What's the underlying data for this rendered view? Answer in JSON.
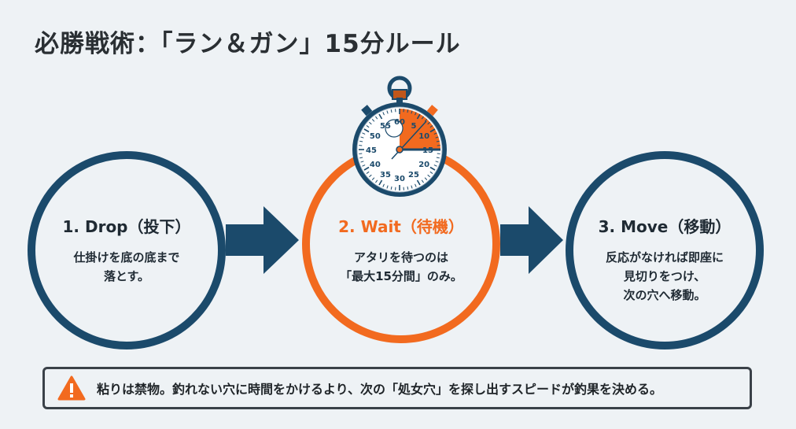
{
  "title": "必勝戦術：「ラン＆ガン」15分ルール",
  "colors": {
    "navy": "#1b4a6b",
    "orange": "#f26a1f",
    "background": "#eef2f5",
    "text": "#1f2a33"
  },
  "steps": [
    {
      "heading": "1. Drop（投下）",
      "lines": [
        "仕掛けを底の底まで",
        "落とす。"
      ]
    },
    {
      "heading": "2. Wait（待機）",
      "lines": [
        "アタリを待つのは",
        "「最大15分間」のみ。"
      ]
    },
    {
      "heading": "3. Move（移動）",
      "lines": [
        "反応がなければ即座に",
        "見切りをつけ、",
        "次の穴へ移動。"
      ]
    }
  ],
  "stopwatch": {
    "icon": "stopwatch-icon",
    "dial_labels": [
      "60",
      "5",
      "10",
      "15",
      "20",
      "25",
      "30",
      "35",
      "40",
      "45",
      "50",
      "55"
    ],
    "highlighted_minutes": 15
  },
  "note": {
    "icon": "warning-icon",
    "text": "粘りは禁物。釣れない穴に時間をかけるより、次の「処女穴」を探し出すスピードが釣果を決める。"
  }
}
